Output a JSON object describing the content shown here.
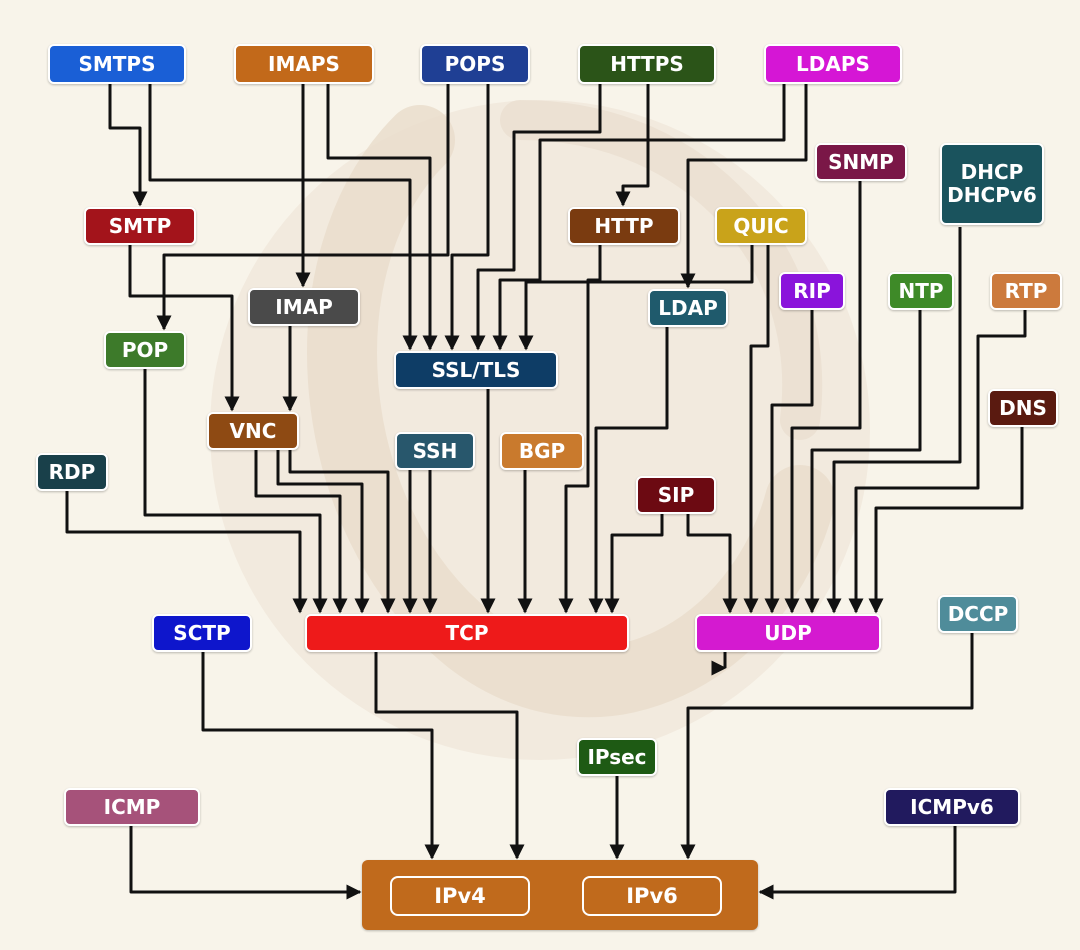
{
  "colors": {
    "background": "#f8f4ea",
    "line": "#111111"
  },
  "nodes": [
    {
      "id": "SMTPS",
      "label": "SMTPS",
      "color": "#1a5fd6"
    },
    {
      "id": "IMAPS",
      "label": "IMAPS",
      "color": "#c2691a"
    },
    {
      "id": "POPS",
      "label": "POPS",
      "color": "#1f3f94"
    },
    {
      "id": "HTTPS",
      "label": "HTTPS",
      "color": "#2b5418"
    },
    {
      "id": "LDAPS",
      "label": "LDAPS",
      "color": "#d516d5"
    },
    {
      "id": "SNMP",
      "label": "SNMP",
      "color": "#7a1747"
    },
    {
      "id": "DHCP",
      "label": "DHCP\nDHCPv6",
      "color": "#1a535d"
    },
    {
      "id": "SMTP",
      "label": "SMTP",
      "color": "#a3141b"
    },
    {
      "id": "HTTP",
      "label": "HTTP",
      "color": "#7a3b10"
    },
    {
      "id": "QUIC",
      "label": "QUIC",
      "color": "#c9a31a"
    },
    {
      "id": "IMAP",
      "label": "IMAP",
      "color": "#4a4a4a"
    },
    {
      "id": "LDAP",
      "label": "LDAP",
      "color": "#1f5a6c"
    },
    {
      "id": "RIP",
      "label": "RIP",
      "color": "#8a14db"
    },
    {
      "id": "NTP",
      "label": "NTP",
      "color": "#3e8a28"
    },
    {
      "id": "RTP",
      "label": "RTP",
      "color": "#cc7a3d"
    },
    {
      "id": "POP",
      "label": "POP",
      "color": "#3d7a2a"
    },
    {
      "id": "SSLTLS",
      "label": "SSL/TLS",
      "color": "#0e3d66"
    },
    {
      "id": "VNC",
      "label": "VNC",
      "color": "#8e4a13"
    },
    {
      "id": "DNS",
      "label": "DNS",
      "color": "#5a1a10"
    },
    {
      "id": "SSH",
      "label": "SSH",
      "color": "#28576c"
    },
    {
      "id": "BGP",
      "label": "BGP",
      "color": "#c97a2d"
    },
    {
      "id": "RDP",
      "label": "RDP",
      "color": "#19404a"
    },
    {
      "id": "SIP",
      "label": "SIP",
      "color": "#6c0a12"
    },
    {
      "id": "SCTP",
      "label": "SCTP",
      "color": "#0e16cc"
    },
    {
      "id": "TCP",
      "label": "TCP",
      "color": "#ee1a1a"
    },
    {
      "id": "UDP",
      "label": "UDP",
      "color": "#d41ad0"
    },
    {
      "id": "DCCP",
      "label": "DCCP",
      "color": "#4f8c9a"
    },
    {
      "id": "IPsec",
      "label": "IPsec",
      "color": "#1e5a14"
    },
    {
      "id": "ICMP",
      "label": "ICMP",
      "color": "#a6527a"
    },
    {
      "id": "ICMPv6",
      "label": "ICMPv6",
      "color": "#211a5e"
    }
  ],
  "ip_layer": {
    "color": "#c06a1c",
    "ipv4": "IPv4",
    "ipv6": "IPv6"
  },
  "edges": [
    {
      "from": "SMTPS",
      "to": "SMTP"
    },
    {
      "from": "SMTPS",
      "to": "SSLTLS"
    },
    {
      "from": "IMAPS",
      "to": "IMAP"
    },
    {
      "from": "IMAPS",
      "to": "SSLTLS"
    },
    {
      "from": "POPS",
      "to": "POP"
    },
    {
      "from": "POPS",
      "to": "SSLTLS"
    },
    {
      "from": "HTTPS",
      "to": "HTTP"
    },
    {
      "from": "HTTPS",
      "to": "SSLTLS"
    },
    {
      "from": "LDAPS",
      "to": "LDAP"
    },
    {
      "from": "LDAPS",
      "to": "SSLTLS"
    },
    {
      "from": "QUIC",
      "to": "SSLTLS"
    },
    {
      "from": "QUIC",
      "to": "UDP"
    },
    {
      "from": "SMTP",
      "to": "TCP"
    },
    {
      "from": "IMAP",
      "to": "TCP"
    },
    {
      "from": "POP",
      "to": "TCP"
    },
    {
      "from": "VNC",
      "to": "TCP"
    },
    {
      "from": "RDP",
      "to": "TCP"
    },
    {
      "from": "SSH",
      "to": "TCP"
    },
    {
      "from": "SSLTLS",
      "to": "TCP"
    },
    {
      "from": "BGP",
      "to": "TCP"
    },
    {
      "from": "HTTP",
      "to": "TCP"
    },
    {
      "from": "LDAP",
      "to": "TCP"
    },
    {
      "from": "SIP",
      "to": "TCP"
    },
    {
      "from": "SIP",
      "to": "UDP"
    },
    {
      "from": "RIP",
      "to": "UDP"
    },
    {
      "from": "SNMP",
      "to": "UDP"
    },
    {
      "from": "NTP",
      "to": "UDP"
    },
    {
      "from": "DHCP",
      "to": "UDP"
    },
    {
      "from": "RTP",
      "to": "UDP"
    },
    {
      "from": "DNS",
      "to": "UDP"
    },
    {
      "from": "SCTP",
      "to": "IPv4"
    },
    {
      "from": "TCP",
      "to": "IPv4"
    },
    {
      "from": "UDP",
      "to": "IPv6"
    },
    {
      "from": "DCCP",
      "to": "IPv6"
    },
    {
      "from": "IPsec",
      "to": "IPv6"
    },
    {
      "from": "ICMP",
      "to": "IPv4"
    },
    {
      "from": "ICMPv6",
      "to": "IPv6"
    }
  ]
}
